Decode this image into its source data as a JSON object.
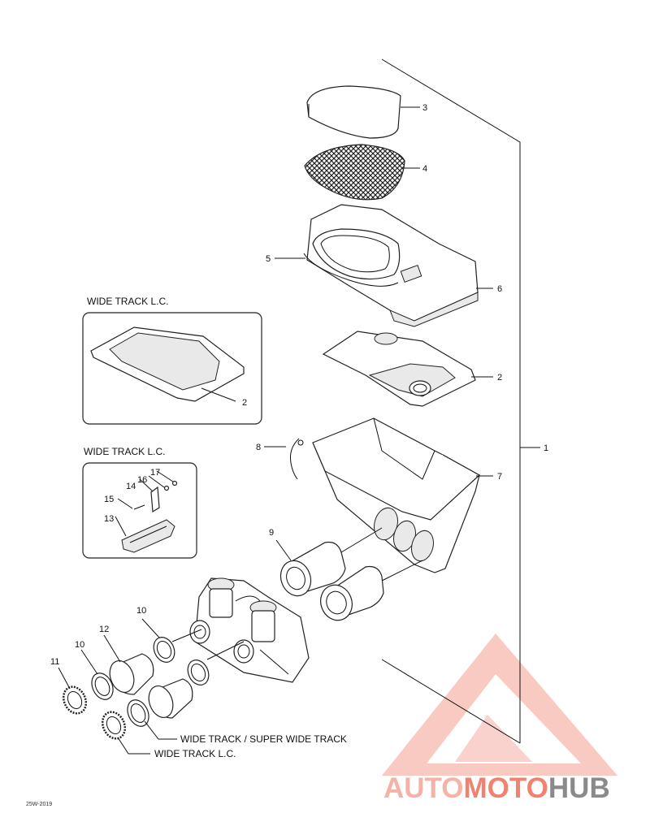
{
  "callouts": {
    "c1": "1",
    "c2a": "2",
    "c2b": "2",
    "c3": "3",
    "c4": "4",
    "c5": "5",
    "c6": "6",
    "c7": "7",
    "c8": "8",
    "c9": "9",
    "c10a": "10",
    "c10b": "10",
    "c11": "11",
    "c12": "12",
    "c13": "13",
    "c14": "14",
    "c15": "15",
    "c16": "16",
    "c17": "17"
  },
  "captions": {
    "inset1_title": "WIDE TRACK L.C.",
    "inset2_title": "WIDE TRACK L.C.",
    "variant1": "WIDE TRACK / SUPER WIDE TRACK",
    "variant2": "WIDE TRACK L.C."
  },
  "reference_code": "25W-2019",
  "watermark": {
    "part1": "AUTO",
    "part2": "MOTO",
    "part3": "HUB",
    "color_light": "#f6b2a6",
    "color_mid": "#f0836f",
    "color_dark": "#8a8a8a"
  }
}
